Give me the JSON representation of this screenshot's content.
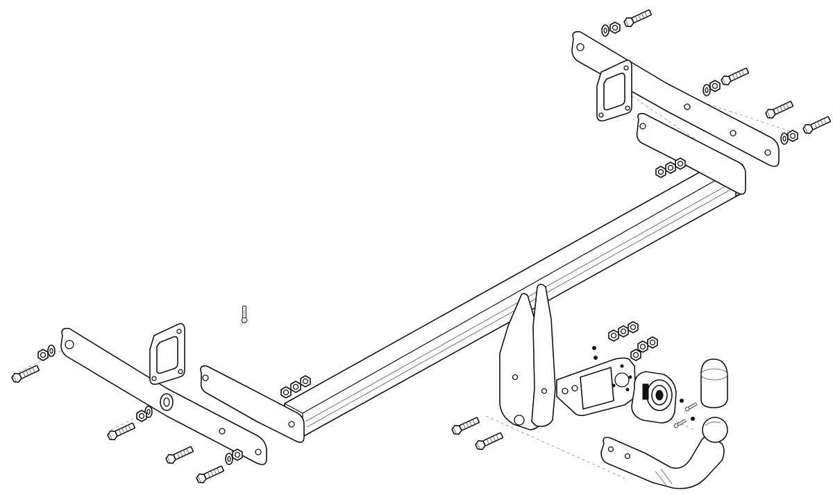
{
  "figure": {
    "kind": "exploded-assembly-line-drawing",
    "background_color": "#ffffff",
    "line_color": "#111111",
    "components": [
      {
        "name": "main-crossbar",
        "icon": "crossbar-tube"
      },
      {
        "name": "left-side-bracket",
        "icon": "flat-bar-bracket"
      },
      {
        "name": "right-side-bracket",
        "icon": "flat-bar-bracket"
      },
      {
        "name": "left-mount-plate",
        "icon": "mount-plate"
      },
      {
        "name": "right-mount-plate",
        "icon": "mount-plate"
      },
      {
        "name": "center-hitch-plate",
        "icon": "vertical-plate"
      },
      {
        "name": "socket-bracket",
        "icon": "bracket-plate"
      },
      {
        "name": "electrical-socket",
        "icon": "socket"
      },
      {
        "name": "tow-ball-cover",
        "icon": "cap"
      },
      {
        "name": "tow-ball-neck",
        "icon": "ball-neck"
      },
      {
        "name": "bolts",
        "icon": "hex-bolt"
      },
      {
        "name": "nuts-and-washers",
        "icon": "hex-nut"
      }
    ]
  }
}
